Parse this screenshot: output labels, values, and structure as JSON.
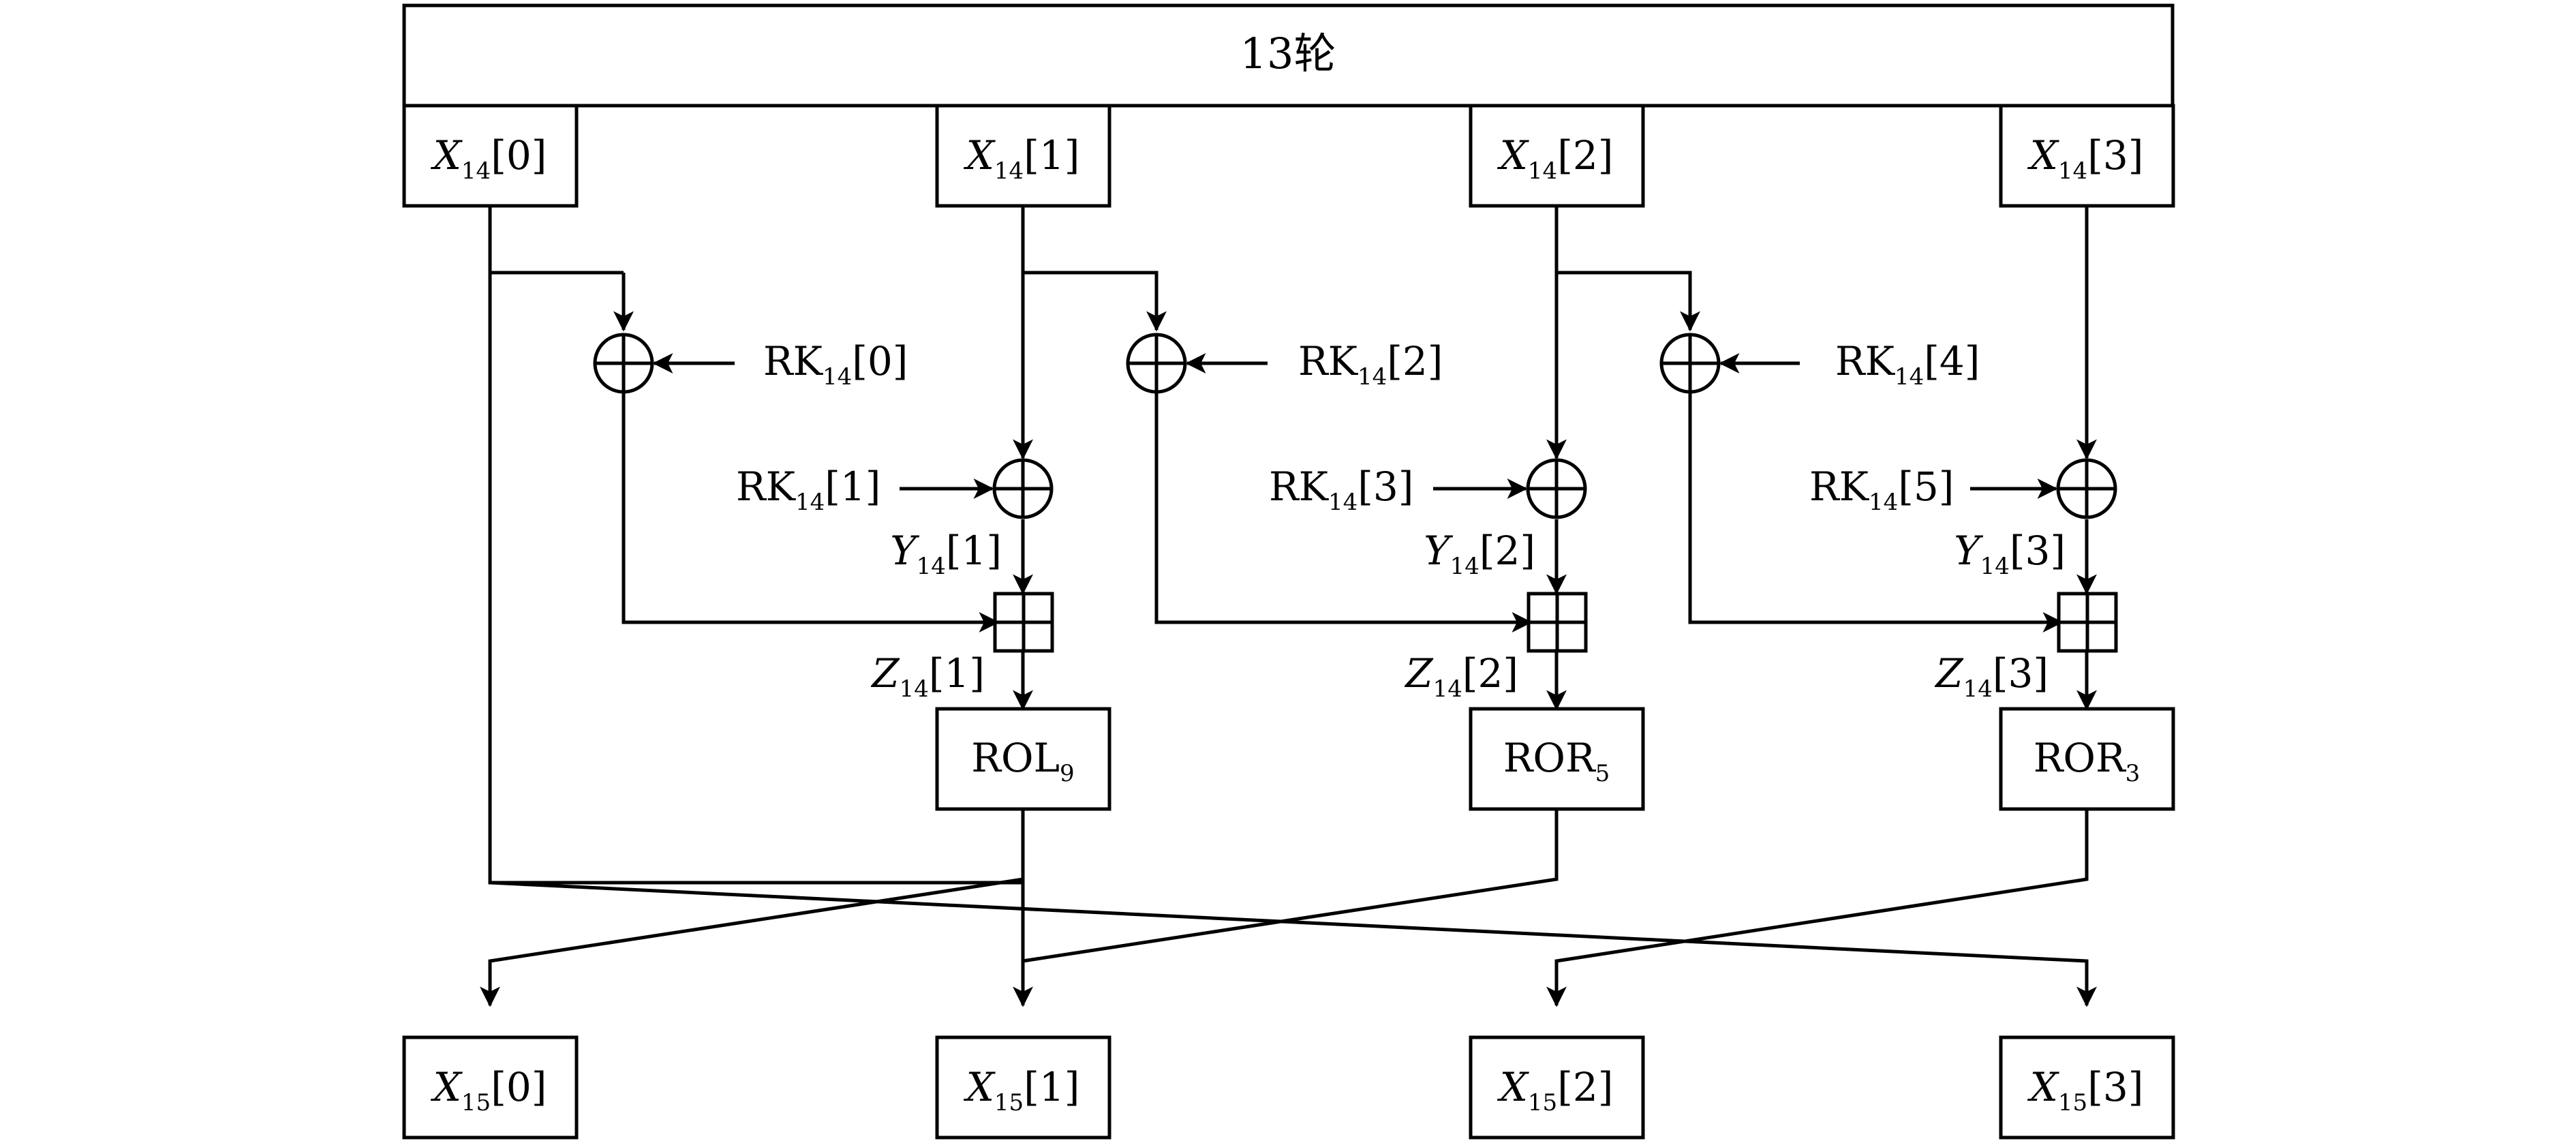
{
  "title": "13轮",
  "inputs": [
    {
      "var": "X",
      "sub": "14",
      "idx": "[0]"
    },
    {
      "var": "X",
      "sub": "14",
      "idx": "[1]"
    },
    {
      "var": "X",
      "sub": "14",
      "idx": "[2]"
    },
    {
      "var": "X",
      "sub": "14",
      "idx": "[3]"
    }
  ],
  "outputs": [
    {
      "var": "X",
      "sub": "15",
      "idx": "[0]"
    },
    {
      "var": "X",
      "sub": "15",
      "idx": "[1]"
    },
    {
      "var": "X",
      "sub": "15",
      "idx": "[2]"
    },
    {
      "var": "X",
      "sub": "15",
      "idx": "[3]"
    }
  ],
  "round_keys": [
    {
      "name": "RK",
      "sub": "14",
      "idx": "[0]"
    },
    {
      "name": "RK",
      "sub": "14",
      "idx": "[1]"
    },
    {
      "name": "RK",
      "sub": "14",
      "idx": "[2]"
    },
    {
      "name": "RK",
      "sub": "14",
      "idx": "[3]"
    },
    {
      "name": "RK",
      "sub": "14",
      "idx": "[4]"
    },
    {
      "name": "RK",
      "sub": "14",
      "idx": "[5]"
    }
  ],
  "y_labels": [
    {
      "var": "Y",
      "sub": "14",
      "idx": "[1]"
    },
    {
      "var": "Y",
      "sub": "14",
      "idx": "[2]"
    },
    {
      "var": "Y",
      "sub": "14",
      "idx": "[3]"
    }
  ],
  "z_labels": [
    {
      "var": "Z",
      "sub": "14",
      "idx": "[1]"
    },
    {
      "var": "Z",
      "sub": "14",
      "idx": "[2]"
    },
    {
      "var": "Z",
      "sub": "14",
      "idx": "[3]"
    }
  ],
  "rotations": [
    {
      "op": "ROL",
      "sub": "9"
    },
    {
      "op": "ROR",
      "sub": "5"
    },
    {
      "op": "ROR",
      "sub": "3"
    }
  ]
}
